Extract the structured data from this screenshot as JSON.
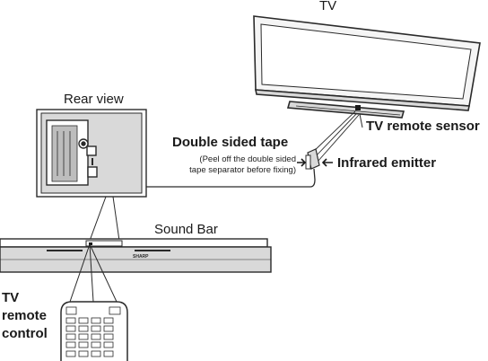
{
  "labels": {
    "tv": "TV",
    "rear_view": "Rear view",
    "tv_remote_sensor": "TV remote sensor",
    "double_sided_tape": "Double sided tape",
    "tape_note_line1": "(Peel off the double sided",
    "tape_note_line2": "tape separator before fixing)",
    "infrared_emitter": "Infrared emitter",
    "sound_bar": "Sound Bar",
    "tv_remote_control_1": "TV",
    "tv_remote_control_2": "remote",
    "tv_remote_control_3": "control"
  },
  "device_text": {
    "brand": "SHARP"
  },
  "colors": {
    "line": "#2a2a2a",
    "panel_fill": "#d9d9d9",
    "panel_dark": "#bdbdbd",
    "tv_frame": "#f5f5f5"
  }
}
